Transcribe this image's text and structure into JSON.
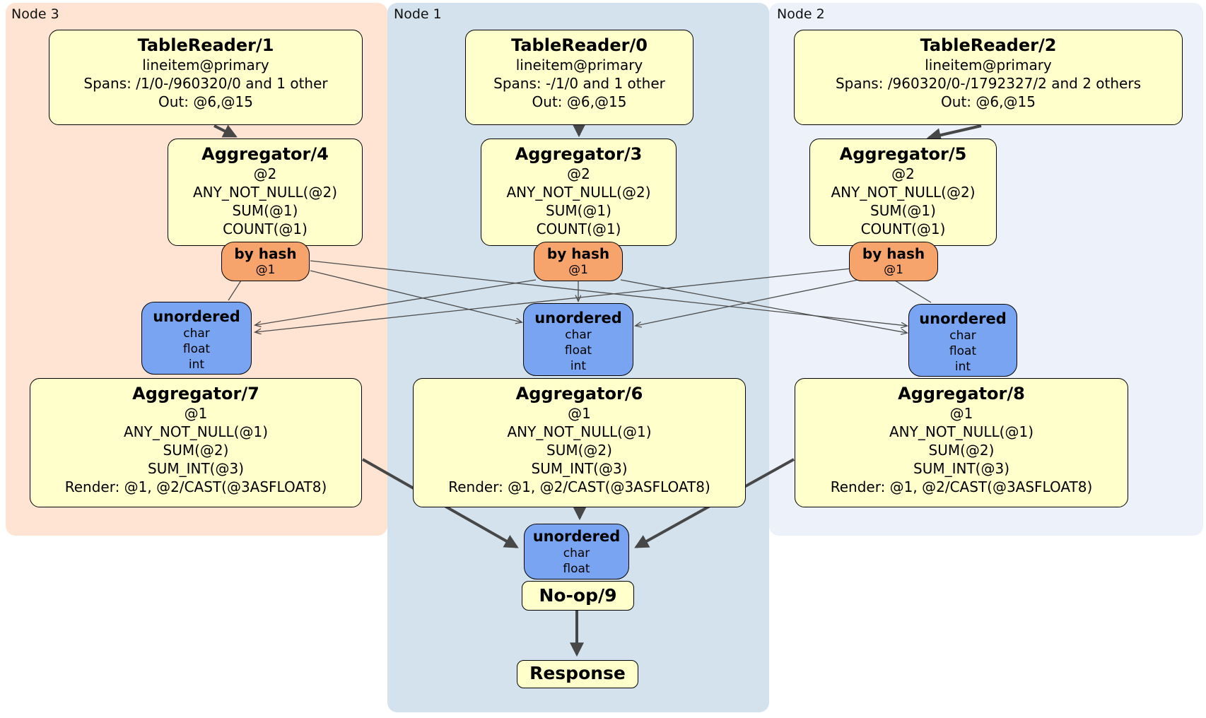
{
  "groups": {
    "node3": {
      "label": "Node 3"
    },
    "node1": {
      "label": "Node 1"
    },
    "node2": {
      "label": "Node 2"
    }
  },
  "boxes": {
    "tablereader1": {
      "title": "TableReader/1",
      "lines": [
        "lineitem@primary",
        "Spans: /1/0-/960320/0 and 1 other",
        "Out: @6,@15"
      ]
    },
    "aggregator4": {
      "title": "Aggregator/4",
      "lines": [
        "@2",
        "ANY_NOT_NULL(@2)",
        "SUM(@1)",
        "COUNT(@1)"
      ]
    },
    "byhash3": {
      "title": "by hash",
      "lines": [
        "@1"
      ]
    },
    "unordered3": {
      "title": "unordered",
      "lines": [
        "char",
        "float",
        "int"
      ]
    },
    "aggregator7": {
      "title": "Aggregator/7",
      "lines": [
        "@1",
        "ANY_NOT_NULL(@1)",
        "SUM(@2)",
        "SUM_INT(@3)",
        "Render: @1, @2/CAST(@3ASFLOAT8)"
      ]
    },
    "tablereader0": {
      "title": "TableReader/0",
      "lines": [
        "lineitem@primary",
        "Spans: -/1/0 and 1 other",
        "Out: @6,@15"
      ]
    },
    "aggregator3": {
      "title": "Aggregator/3",
      "lines": [
        "@2",
        "ANY_NOT_NULL(@2)",
        "SUM(@1)",
        "COUNT(@1)"
      ]
    },
    "byhash1": {
      "title": "by hash",
      "lines": [
        "@1"
      ]
    },
    "unordered1": {
      "title": "unordered",
      "lines": [
        "char",
        "float",
        "int"
      ]
    },
    "aggregator6": {
      "title": "Aggregator/6",
      "lines": [
        "@1",
        "ANY_NOT_NULL(@1)",
        "SUM(@2)",
        "SUM_INT(@3)",
        "Render: @1, @2/CAST(@3ASFLOAT8)"
      ]
    },
    "unordered_final": {
      "title": "unordered",
      "lines": [
        "char",
        "float"
      ]
    },
    "noop9": {
      "title": "No-op/9"
    },
    "response": {
      "title": "Response"
    },
    "tablereader2": {
      "title": "TableReader/2",
      "lines": [
        "lineitem@primary",
        "Spans: /960320/0-/1792327/2 and 2 others",
        "Out: @6,@15"
      ]
    },
    "aggregator5": {
      "title": "Aggregator/5",
      "lines": [
        "@2",
        "ANY_NOT_NULL(@2)",
        "SUM(@1)",
        "COUNT(@1)"
      ]
    },
    "byhash2": {
      "title": "by hash",
      "lines": [
        "@1"
      ]
    },
    "unordered2": {
      "title": "unordered",
      "lines": [
        "char",
        "float",
        "int"
      ]
    },
    "aggregator8": {
      "title": "Aggregator/8",
      "lines": [
        "@1",
        "ANY_NOT_NULL(@1)",
        "SUM(@2)",
        "SUM_INT(@3)",
        "Render: @1, @2/CAST(@3ASFLOAT8)"
      ]
    }
  },
  "edges": [
    {
      "from": "tablereader1",
      "to": "aggregator4",
      "kind": "flow"
    },
    {
      "from": "tablereader0",
      "to": "aggregator3",
      "kind": "flow"
    },
    {
      "from": "tablereader2",
      "to": "aggregator5",
      "kind": "flow"
    },
    {
      "from": "byhash3",
      "to": "unordered3",
      "kind": "route"
    },
    {
      "from": "byhash3",
      "to": "unordered1",
      "kind": "route"
    },
    {
      "from": "byhash3",
      "to": "unordered2",
      "kind": "route"
    },
    {
      "from": "byhash1",
      "to": "unordered3",
      "kind": "route"
    },
    {
      "from": "byhash1",
      "to": "unordered1",
      "kind": "route"
    },
    {
      "from": "byhash1",
      "to": "unordered2",
      "kind": "route"
    },
    {
      "from": "byhash2",
      "to": "unordered3",
      "kind": "route"
    },
    {
      "from": "byhash2",
      "to": "unordered1",
      "kind": "route"
    },
    {
      "from": "byhash2",
      "to": "unordered2",
      "kind": "route"
    },
    {
      "from": "aggregator7",
      "to": "unordered_final",
      "kind": "flow"
    },
    {
      "from": "aggregator6",
      "to": "unordered_final",
      "kind": "flow"
    },
    {
      "from": "aggregator8",
      "to": "unordered_final",
      "kind": "flow"
    },
    {
      "from": "noop9",
      "to": "response",
      "kind": "flow"
    }
  ],
  "colors": {
    "processor_fill": "#ffffcc",
    "router_fill": "#f7a36c",
    "sync_fill": "#78a4f2",
    "node3_bg": "#ffe3d3",
    "node1_bg": "#d4e2ed",
    "node2_bg": "#ecf1fa",
    "edge_stroke": "#474747"
  }
}
